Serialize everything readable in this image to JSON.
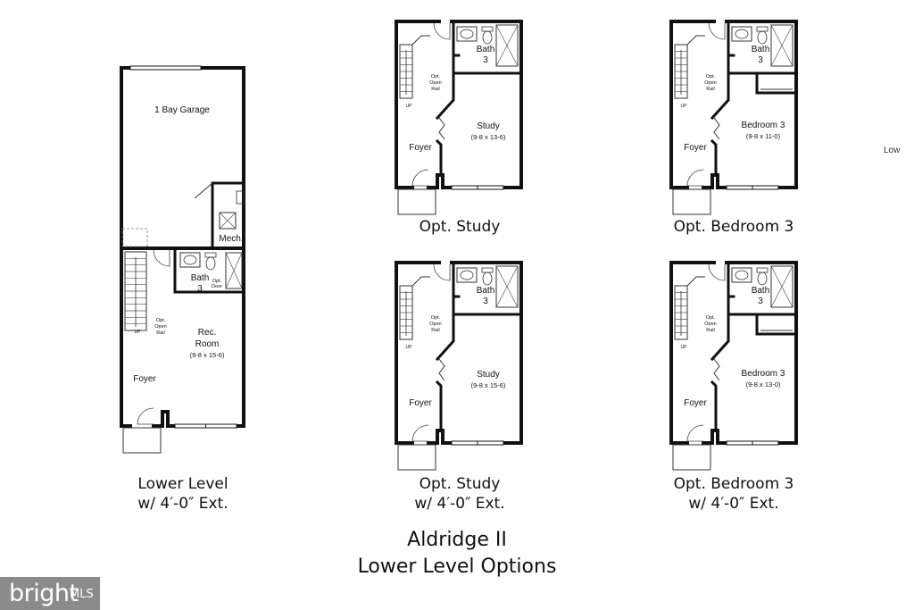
{
  "plans": [
    {
      "caption_line1": "Lower Level",
      "caption_line2": "w/ 4′-0″ Ext.",
      "garage": "1 Bay Garage",
      "mech": "Mech.",
      "bath": "Bath",
      "bath_num": "3",
      "opt_door": [
        "Opt.",
        "Door"
      ],
      "room": "Rec.",
      "room2": "Room",
      "room_dims": "(9-8 x 15-6)",
      "rail": [
        "Opt.",
        "Open",
        "Rail"
      ],
      "up": "UP",
      "foyer": "Foyer"
    },
    {
      "caption_line1": "Opt. Study",
      "caption_line2": "",
      "bath": "Bath",
      "bath_num": "3",
      "room": "Study",
      "room_dims": "(9-8 x 13-6)",
      "rail": [
        "Opt.",
        "Open",
        "Rail"
      ],
      "up": "UP",
      "foyer": "Foyer"
    },
    {
      "caption_line1": "Opt. Bedroom 3",
      "caption_line2": "",
      "bath": "Bath",
      "bath_num": "3",
      "room": "Bedroom 3",
      "room_dims": "(9-8 x 11-0)",
      "rail": [
        "Opt.",
        "Open",
        "Rail"
      ],
      "up": "UP",
      "foyer": "Foyer"
    },
    {
      "caption_line1": "Opt. Study",
      "caption_line2": "w/ 4′-0″ Ext.",
      "bath": "Bath",
      "bath_num": "3",
      "room": "Study",
      "room_dims": "(9-8 x 15-6)",
      "rail": [
        "Opt.",
        "Open",
        "Rail"
      ],
      "up": "UP",
      "foyer": "Foyer"
    },
    {
      "caption_line1": "Opt. Bedroom 3",
      "caption_line2": "w/ 4′-0″ Ext.",
      "bath": "Bath",
      "bath_num": "3",
      "room": "Bedroom 3",
      "room_dims": "(9-8 x 13-0)",
      "rail": [
        "Opt.",
        "Open",
        "Rail"
      ],
      "up": "UP",
      "foyer": "Foyer"
    }
  ],
  "title_line1": "Aldridge II",
  "title_line2": "Lower Level Options",
  "cutoff_text": "Low",
  "watermark": {
    "brand": "bright",
    "suffix": "MLS"
  }
}
